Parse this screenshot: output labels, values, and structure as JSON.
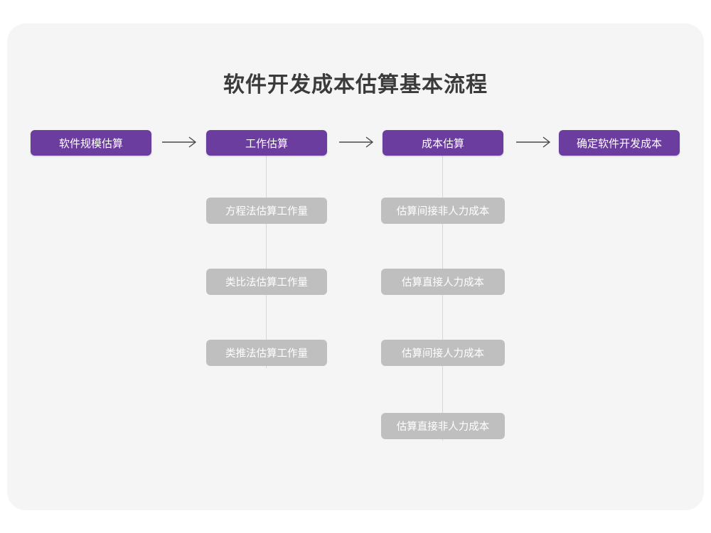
{
  "document": {
    "title": "软件开发成本估算基本流程",
    "background_color": "#ffffff",
    "card_color": "#f5f5f5"
  },
  "theme": {
    "primary_color": "#6b3d9e",
    "secondary_color": "#bfbfbf",
    "connector_color": "#d6d6d6",
    "arrow_color": "#4a4a4a",
    "title_color": "#3b3b3b",
    "node_text_color": "#ffffff"
  },
  "chart_data": {
    "type": "diagram",
    "title": "软件开发成本估算基本流程",
    "orientation": "left-to-right main flow with vertical sub-branches",
    "main_flow": [
      {
        "id": "step1",
        "label": "软件规模估算",
        "level": "primary"
      },
      {
        "id": "step2",
        "label": "工作估算",
        "level": "primary"
      },
      {
        "id": "step3",
        "label": "成本估算",
        "level": "primary"
      },
      {
        "id": "step4",
        "label": "确定软件开发成本",
        "level": "primary"
      }
    ],
    "arrows": [
      {
        "from": "step1",
        "to": "step2",
        "glyph": "arrow-right"
      },
      {
        "from": "step2",
        "to": "step3",
        "glyph": "arrow-right"
      },
      {
        "from": "step3",
        "to": "step4",
        "glyph": "arrow-right"
      }
    ],
    "branches": [
      {
        "parent": "step2",
        "parent_label": "工作估算",
        "children": [
          {
            "label": "方程法估算工作量"
          },
          {
            "label": "类比法估算工作量"
          },
          {
            "label": "类推法估算工作量"
          }
        ]
      },
      {
        "parent": "step3",
        "parent_label": "成本估算",
        "children": [
          {
            "label": "估算间接非人力成本"
          },
          {
            "label": "估算直接人力成本"
          },
          {
            "label": "估算间接人力成本"
          },
          {
            "label": "估算直接非人力成本"
          }
        ]
      }
    ]
  }
}
